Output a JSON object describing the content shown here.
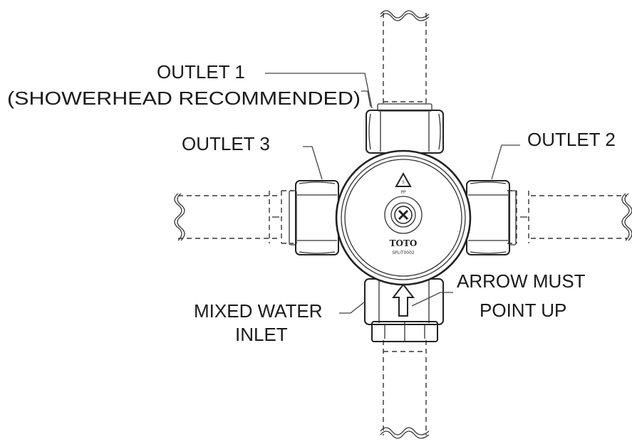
{
  "labels": {
    "outlet1_line1": "OUTLET 1",
    "outlet1_line2": "(SHOWERHEAD RECOMMENDED)",
    "outlet2": "OUTLET 2",
    "outlet3": "OUTLET 3",
    "inlet_line1": "MIXED WATER",
    "inlet_line2": "INLET",
    "arrow_line1": "ARROW MUST",
    "arrow_line2": "POINT UP"
  },
  "valve_markings": {
    "brand": "TOTO",
    "small_mark": "PP",
    "model_text": "SPLIT0002"
  }
}
